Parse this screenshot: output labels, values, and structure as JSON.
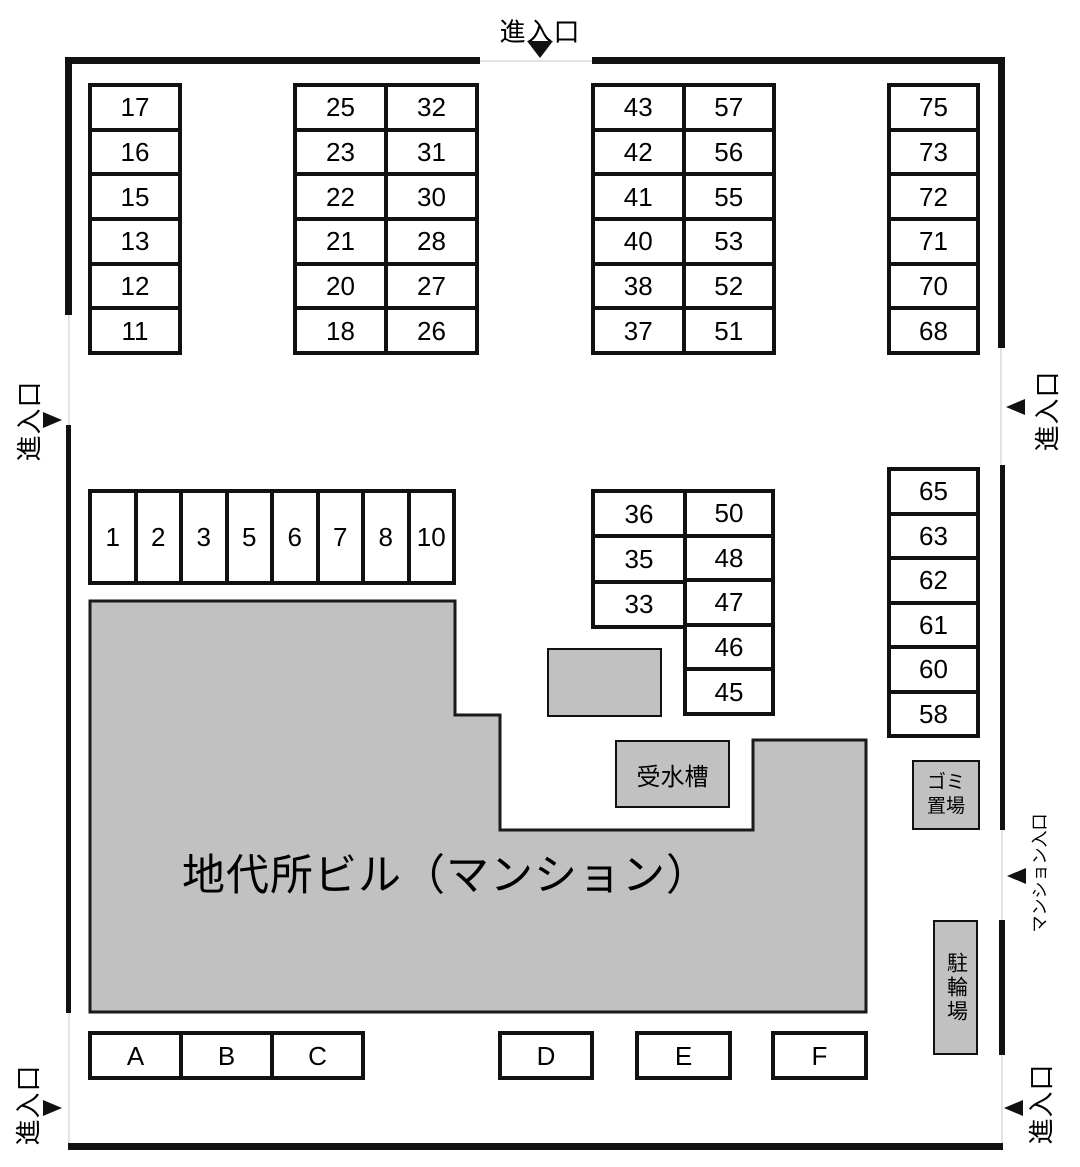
{
  "labels": {
    "building": "地代所ビル（マンション）",
    "water_tank": "受水槽",
    "garbage_line1": "ゴミ",
    "garbage_line2": "置場",
    "bicycle": "駐輪場",
    "entrance": "進入口",
    "mansion_entrance": "マンション入口"
  },
  "colors": {
    "building_fill": "#c1c1c1",
    "line": "#111111",
    "gap_line": "#e3e3e3"
  },
  "stalls": {
    "group_top_left": [
      "17",
      "16",
      "15",
      "13",
      "12",
      "11"
    ],
    "group_top_midleft": [
      "25",
      "32",
      "23",
      "31",
      "22",
      "30",
      "21",
      "28",
      "20",
      "27",
      "18",
      "26"
    ],
    "group_top_midright": [
      "43",
      "57",
      "42",
      "56",
      "41",
      "55",
      "40",
      "53",
      "38",
      "52",
      "37",
      "51"
    ],
    "group_top_right": [
      "75",
      "73",
      "72",
      "71",
      "70",
      "68"
    ],
    "row_middle": [
      "1",
      "2",
      "3",
      "5",
      "6",
      "7",
      "8",
      "10"
    ],
    "group_mid_left_col": [
      "36",
      "35",
      "33"
    ],
    "group_mid_right_col": [
      "50",
      "48",
      "47",
      "46",
      "45"
    ],
    "column_right": [
      "65",
      "63",
      "62",
      "61",
      "60",
      "58"
    ],
    "row_bottom_abc": [
      "A",
      "B",
      "C"
    ],
    "stall_d": "D",
    "stall_e": "E",
    "stall_f": "F"
  }
}
